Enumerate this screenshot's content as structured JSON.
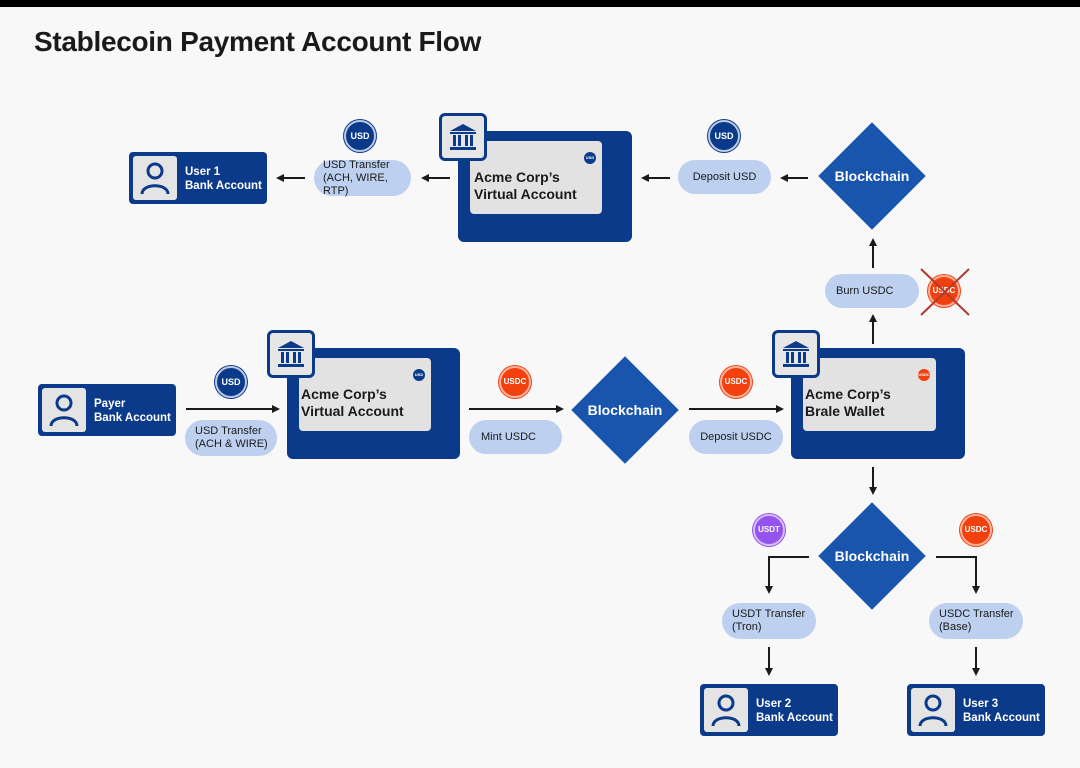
{
  "title": "Stablecoin Payment Account Flow",
  "colors": {
    "navy": "#0b3a8a",
    "blockchain_blue": "#1a55ad",
    "pill_blue": "#bdd0ef",
    "usdc_orange": "#f2410f",
    "usdt_purple": "#9353ec",
    "burn_cross_red": "#c0392b"
  },
  "bank_accounts": {
    "user1": {
      "line1": "User 1",
      "line2": "Bank Account"
    },
    "payer": {
      "line1": "Payer",
      "line2": "Bank Account"
    },
    "user2": {
      "line1": "User 2",
      "line2": "Bank Account"
    },
    "user3": {
      "line1": "User 3",
      "line2": "Bank Account"
    }
  },
  "accounts": {
    "top_virtual": {
      "line1": "Acme Corp’s",
      "line2": "Virtual Account",
      "badge": "USD"
    },
    "mid_virtual": {
      "line1": "Acme Corp’s",
      "line2": "Virtual Account",
      "badge": "USD"
    },
    "brale_wallet": {
      "line1": "Acme Corp’s",
      "line2": "Brale Wallet",
      "badge": "USDC"
    }
  },
  "blockchain_label": "Blockchain",
  "steps": {
    "usd_transfer_out": {
      "line1": "USD Transfer",
      "line2": "(ACH, WIRE, RTP)",
      "coin": "USD"
    },
    "deposit_usd": {
      "line1": "Deposit USD",
      "coin": "USD"
    },
    "burn_usdc": {
      "line1": "Burn USDC",
      "coin": "USDC"
    },
    "usd_transfer_in": {
      "line1": "USD Transfer",
      "line2": "(ACH & WIRE)",
      "coin": "USD"
    },
    "mint_usdc": {
      "line1": "Mint USDC",
      "coin": "USDC"
    },
    "deposit_usdc": {
      "line1": "Deposit USDC",
      "coin": "USDC"
    },
    "usdt_transfer": {
      "line1": "USDT Transfer",
      "line2": "(Tron)",
      "coin": "USDT"
    },
    "usdc_transfer": {
      "line1": "USDC Transfer",
      "line2": "(Base)",
      "coin": "USDC"
    }
  }
}
